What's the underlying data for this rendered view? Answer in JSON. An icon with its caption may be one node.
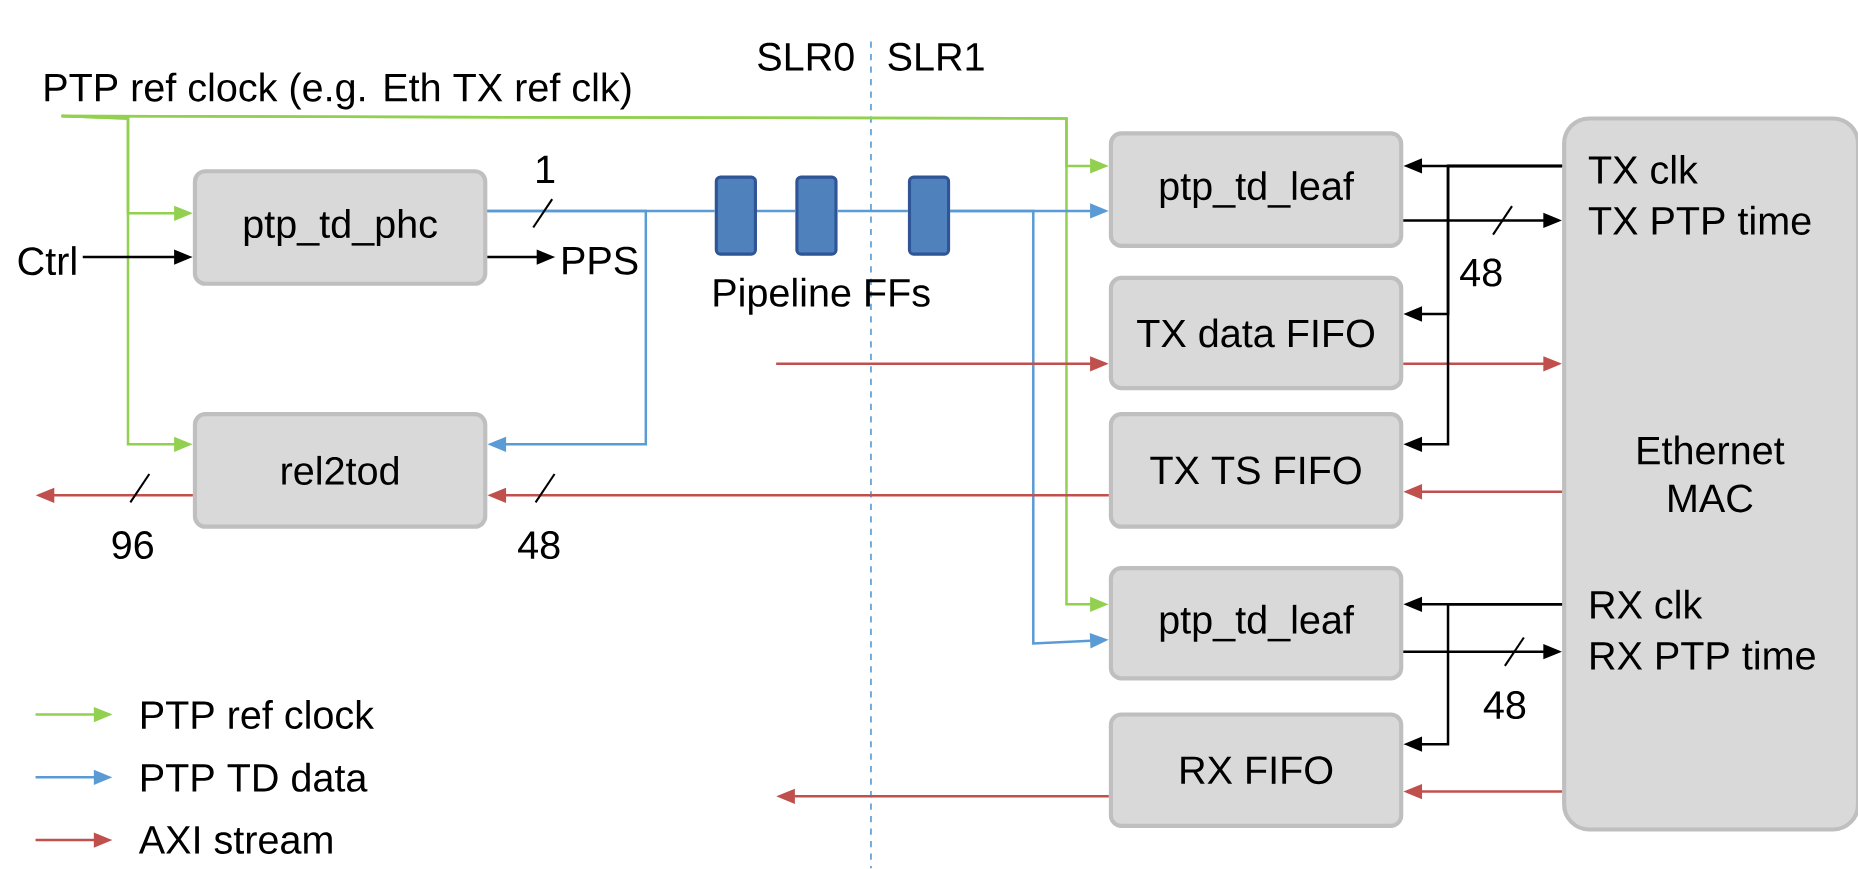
{
  "diagram": {
    "nodes": [
      {
        "text": [
          "ptp_td_phc"
        ]
      },
      {
        "text": [
          "rel2tod"
        ]
      },
      {
        "text": [
          "ptp_td_leaf"
        ]
      },
      {
        "text": [
          "TX data FIFO"
        ]
      },
      {
        "text": [
          "TX TS FIFO"
        ]
      },
      {
        "text": [
          "ptp_td_leaf"
        ]
      },
      {
        "text": [
          "RX FIFO"
        ]
      },
      {
        "text": [
          "TX clk",
          "TX PTP time",
          "Ethernet MAC",
          "RX clk",
          "RX PTP time"
        ]
      },
      {
        "text": [],
        "shape": "box"
      },
      {
        "text": [],
        "shape": "box"
      },
      {
        "text": [],
        "shape": "box"
      },
      {
        "text": [
          "Ctrl"
        ]
      },
      {
        "text": [
          "PPS"
        ]
      },
      {
        "text": [
          "PTP ref clock (e.g. Eth TX ref clk)"
        ]
      }
    ],
    "edges": [
      {
        "from": 13,
        "to": 0,
        "arrow": "to",
        "color": "#92d050"
      },
      {
        "from": 13,
        "to": 1,
        "arrow": "to",
        "color": "#92d050"
      },
      {
        "from": 13,
        "to": 2,
        "arrow": "to",
        "color": "#92d050"
      },
      {
        "from": 13,
        "to": 5,
        "arrow": "to",
        "color": "#92d050"
      },
      {
        "from": 11,
        "to": 0,
        "arrow": "to"
      },
      {
        "from": 0,
        "to": 12,
        "arrow": "to"
      },
      {
        "from": 0,
        "to": 8,
        "arrow": "none",
        "color": "#5b9bd5",
        "label": "1"
      },
      {
        "from": 0,
        "to": 1,
        "arrow": "to",
        "color": "#5b9bd5"
      },
      {
        "from": 8,
        "to": 9,
        "arrow": "none",
        "color": "#5b9bd5"
      },
      {
        "from": 9,
        "to": 10,
        "arrow": "none",
        "color": "#5b9bd5"
      },
      {
        "from": 10,
        "to": 2,
        "arrow": "to",
        "color": "#5b9bd5"
      },
      {
        "from": 10,
        "to": 5,
        "arrow": "to",
        "color": "#5b9bd5"
      },
      {
        "from": 1,
        "to": null,
        "arrow": "to",
        "color": "#c0504d",
        "label": "96"
      },
      {
        "from": 4,
        "to": 1,
        "arrow": "to",
        "color": "#c0504d",
        "label": "48"
      },
      {
        "from": null,
        "to": 3,
        "arrow": "to",
        "color": "#c0504d"
      },
      {
        "from": 3,
        "to": 7,
        "arrow": "to",
        "color": "#c0504d"
      },
      {
        "from": 7,
        "to": 4,
        "arrow": "to",
        "color": "#c0504d"
      },
      {
        "from": 7,
        "to": 6,
        "arrow": "to",
        "color": "#c0504d"
      },
      {
        "from": 6,
        "to": null,
        "arrow": "to",
        "color": "#c0504d"
      },
      {
        "from": 7,
        "to": 2,
        "arrow": "to"
      },
      {
        "from": 7,
        "to": 3,
        "arrow": "to"
      },
      {
        "from": 7,
        "to": 4,
        "arrow": "to"
      },
      {
        "from": 2,
        "to": 7,
        "arrow": "to",
        "label": "48"
      },
      {
        "from": 7,
        "to": 5,
        "arrow": "to"
      },
      {
        "from": 7,
        "to": 6,
        "arrow": "to"
      },
      {
        "from": 5,
        "to": 7,
        "arrow": "to",
        "label": "48"
      }
    ],
    "labels": [
      "SLR0",
      "SLR1",
      "Pipeline FFs"
    ],
    "legend": [
      {
        "text": "PTP ref clock"
      },
      {
        "text": "PTP TD data"
      },
      {
        "text": "AXI stream"
      }
    ]
  }
}
